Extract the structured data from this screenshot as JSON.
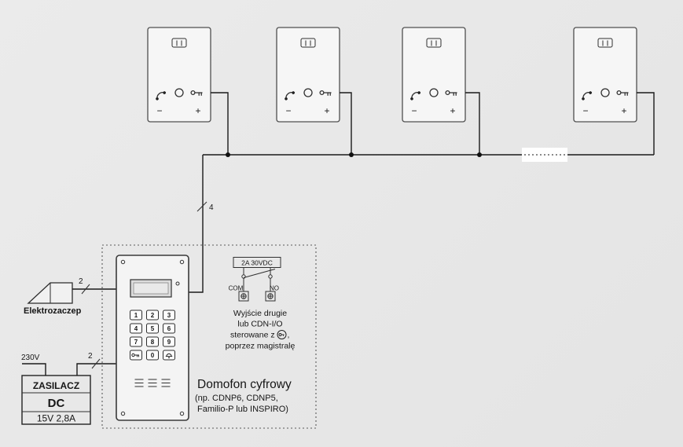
{
  "colors": {
    "background": "#e8e8e8",
    "line": "#1a1a1a"
  },
  "handset_units": {
    "count": 4,
    "volume_minus_label": "−",
    "volume_plus_label": "+"
  },
  "bus": {
    "wire_count": "4"
  },
  "electric_strike": {
    "label": "Elektrozaczep",
    "wire_count": "2"
  },
  "power_supply": {
    "name": "ZASILACZ",
    "type": "DC",
    "rating": "15V 2,8A",
    "mains": "230V",
    "wire_count": "2"
  },
  "relay_output": {
    "contact_rating": "2A 30VDC",
    "com": "COM",
    "no": "NO",
    "desc_line1": "Wyjście drugie",
    "desc_line2": "lub CDN-I/O",
    "desc_line3_before_icon": "sterowane z",
    "desc_line3_after_icon": ",",
    "desc_line4": "poprzez magistralę"
  },
  "door_station": {
    "title": "Domofon cyfrowy",
    "subtitle_line1": "(np. CDNP6, CDNP5,",
    "subtitle_line2": "Familio-P lub INSPIRO)",
    "keypad_digits": [
      "1",
      "2",
      "3",
      "4",
      "5",
      "6",
      "7",
      "8",
      "9"
    ],
    "keypad_zero": "0"
  },
  "icons": {
    "unit_speaker": "speaker-grille-icon",
    "unit_row": [
      "handset-icon",
      "circle-indicator-icon",
      "door-release-key-icon"
    ],
    "keypad_special": [
      "key-icon",
      "bell-icon"
    ],
    "relay_terminal": "screw-terminal-icon",
    "relay_control": "key-in-circle-icon"
  }
}
